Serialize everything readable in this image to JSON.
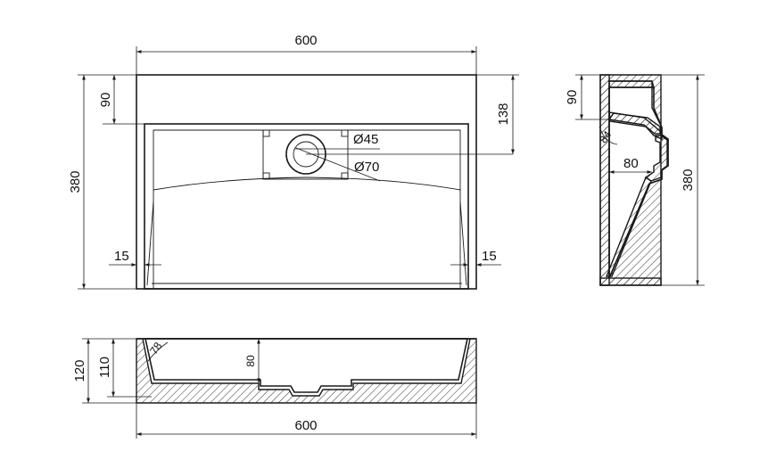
{
  "dimensions": {
    "top_width": "600",
    "top_offset_left": "90",
    "top_height": "380",
    "top_offset_right": "138",
    "wall_left": "15",
    "wall_right": "15",
    "drain_inner_diameter": "Ø45",
    "drain_outer_diameter": "Ø70",
    "side_offset": "90",
    "side_angle": "84",
    "side_depth": "80",
    "side_height": "380",
    "front_total_height": "120",
    "front_inner_height": "110",
    "front_angle": "78",
    "front_depth": "80",
    "front_width": "600"
  }
}
